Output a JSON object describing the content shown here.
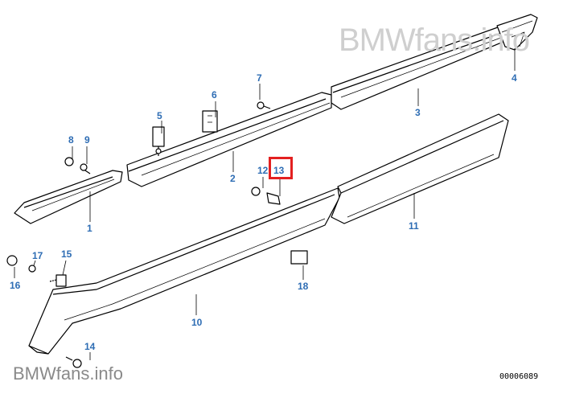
{
  "watermark_top": "BMWfans.info",
  "watermark_bottom": "BMWfans.info",
  "diagram_ref": "00006089",
  "highlighted_part": "13",
  "colors": {
    "callout": "#2e6db4",
    "highlight": "#e32020",
    "line": "#000000"
  },
  "callouts": {
    "p1": "1",
    "p2": "2",
    "p3": "3",
    "p4": "4",
    "p5": "5",
    "p6": "6",
    "p7": "7",
    "p8": "8",
    "p9": "9",
    "p10": "10",
    "p11": "11",
    "p12": "12",
    "p13": "13",
    "p14": "14",
    "p15": "15",
    "p16": "16",
    "p17": "17",
    "p18": "18"
  }
}
